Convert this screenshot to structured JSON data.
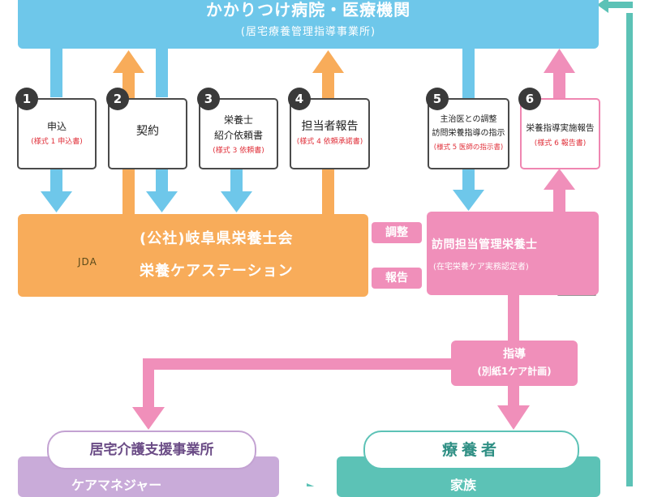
{
  "colors": {
    "blue": "#6ec7ea",
    "orange": "#f8ac5a",
    "pink": "#f08fba",
    "teal": "#5cc2b6",
    "purple": "#c9abd9",
    "red_note": "#e0303a"
  },
  "hospital": {
    "title": "かかりつけ病院・医療機関",
    "subtitle": "(居宅療養管理指導事業所)"
  },
  "steps": [
    {
      "num": "1",
      "title": "申込",
      "sub": "(様式 1 申込書)"
    },
    {
      "num": "2",
      "title": "契約",
      "sub": ""
    },
    {
      "num": "3",
      "title_l1": "栄養士",
      "title_l2": "紹介依頼書",
      "sub": "(様式 3 依頼書)"
    },
    {
      "num": "4",
      "title": "担当者報告",
      "sub": "(様式 4 依頼承諾書)"
    },
    {
      "num": "5",
      "title_l1": "主治医との調整",
      "title_l2": "訪問栄養指導の指示",
      "sub": "(様式 5 医師の指示書)"
    },
    {
      "num": "6",
      "title": "栄養指導実施報告",
      "sub": "(様式 6 報告書)"
    }
  ],
  "association": {
    "line1": "(公社)岐阜県栄養士会",
    "line2": "栄養ケアステーション",
    "logo_text": "JDA"
  },
  "links": {
    "adjust": "調整",
    "report": "報告"
  },
  "visit_dietitian": {
    "title": "訪問担当管理栄養士",
    "subtitle": "(在宅栄養ケア実務認定者)"
  },
  "guidance": {
    "title": "指導",
    "subtitle": "(別紙1ケア計画)"
  },
  "care_office": {
    "label": "居宅介護支援事業所",
    "partial_text": "ケアマネジャー"
  },
  "patient": {
    "label": "療養者",
    "partial_text": "家族"
  }
}
